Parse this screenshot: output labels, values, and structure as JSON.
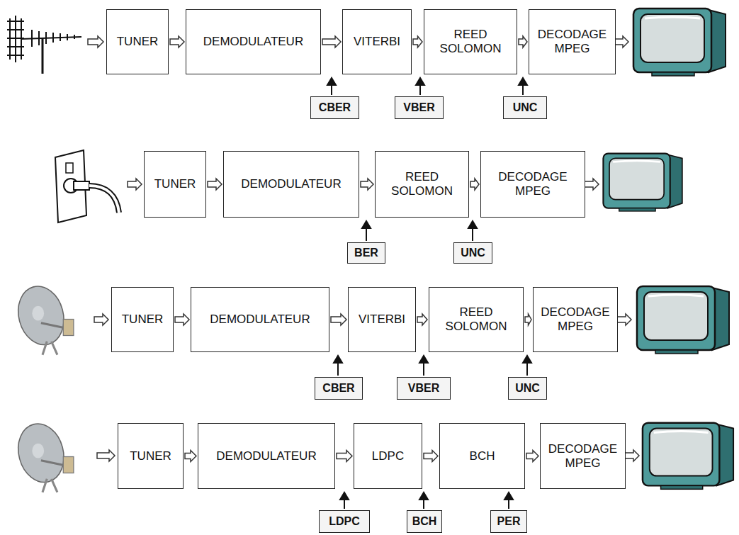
{
  "diagram": {
    "nodes": [
      {
        "text": [
          "TUNER"
        ]
      },
      {
        "text": [
          "DEMODULATEUR"
        ]
      },
      {
        "text": [
          "VITERBI"
        ]
      },
      {
        "text": [
          "REED SOLOMON"
        ]
      },
      {
        "text": [
          "DECODAGE MPEG"
        ]
      },
      {
        "text": [
          "CBER"
        ]
      },
      {
        "text": [
          "VBER"
        ]
      },
      {
        "text": [
          "UNC"
        ]
      },
      {
        "text": [
          "TUNER"
        ]
      },
      {
        "text": [
          "DEMODULATEUR"
        ]
      },
      {
        "text": [
          "REED SOLOMON"
        ]
      },
      {
        "text": [
          "DECODAGE MPEG"
        ]
      },
      {
        "text": [
          "BER"
        ]
      },
      {
        "text": [
          "UNC"
        ]
      },
      {
        "text": [
          "TUNER"
        ]
      },
      {
        "text": [
          "DEMODULATEUR"
        ]
      },
      {
        "text": [
          "VITERBI"
        ]
      },
      {
        "text": [
          "REED SOLOMON"
        ]
      },
      {
        "text": [
          "DECODAGE MPEG"
        ]
      },
      {
        "text": [
          "CBER"
        ]
      },
      {
        "text": [
          "VBER"
        ]
      },
      {
        "text": [
          "UNC"
        ]
      },
      {
        "text": [
          "TUNER"
        ]
      },
      {
        "text": [
          "DEMODULATEUR"
        ]
      },
      {
        "text": [
          "LDPC"
        ]
      },
      {
        "text": [
          "BCH"
        ]
      },
      {
        "text": [
          "DECODAGE MPEG"
        ]
      },
      {
        "text": [
          "LDPC"
        ]
      },
      {
        "text": [
          "BCH"
        ]
      },
      {
        "text": [
          "PER"
        ]
      }
    ],
    "edges": [
      {
        "from": 0,
        "to": 1,
        "arrow": "to"
      },
      {
        "from": 1,
        "to": 2,
        "arrow": "to"
      },
      {
        "from": 2,
        "to": 3,
        "arrow": "to"
      },
      {
        "from": 3,
        "to": 4,
        "arrow": "to"
      },
      {
        "from": 8,
        "to": 9,
        "arrow": "to"
      },
      {
        "from": 9,
        "to": 10,
        "arrow": "to"
      },
      {
        "from": 10,
        "to": 11,
        "arrow": "to"
      },
      {
        "from": 14,
        "to": 15,
        "arrow": "to"
      },
      {
        "from": 15,
        "to": 16,
        "arrow": "to"
      },
      {
        "from": 16,
        "to": 17,
        "arrow": "to"
      },
      {
        "from": 17,
        "to": 18,
        "arrow": "to"
      },
      {
        "from": 22,
        "to": 23,
        "arrow": "to"
      },
      {
        "from": 23,
        "to": 24,
        "arrow": "to"
      },
      {
        "from": 24,
        "to": 25,
        "arrow": "to"
      },
      {
        "from": 25,
        "to": 26,
        "arrow": "to"
      }
    ]
  }
}
